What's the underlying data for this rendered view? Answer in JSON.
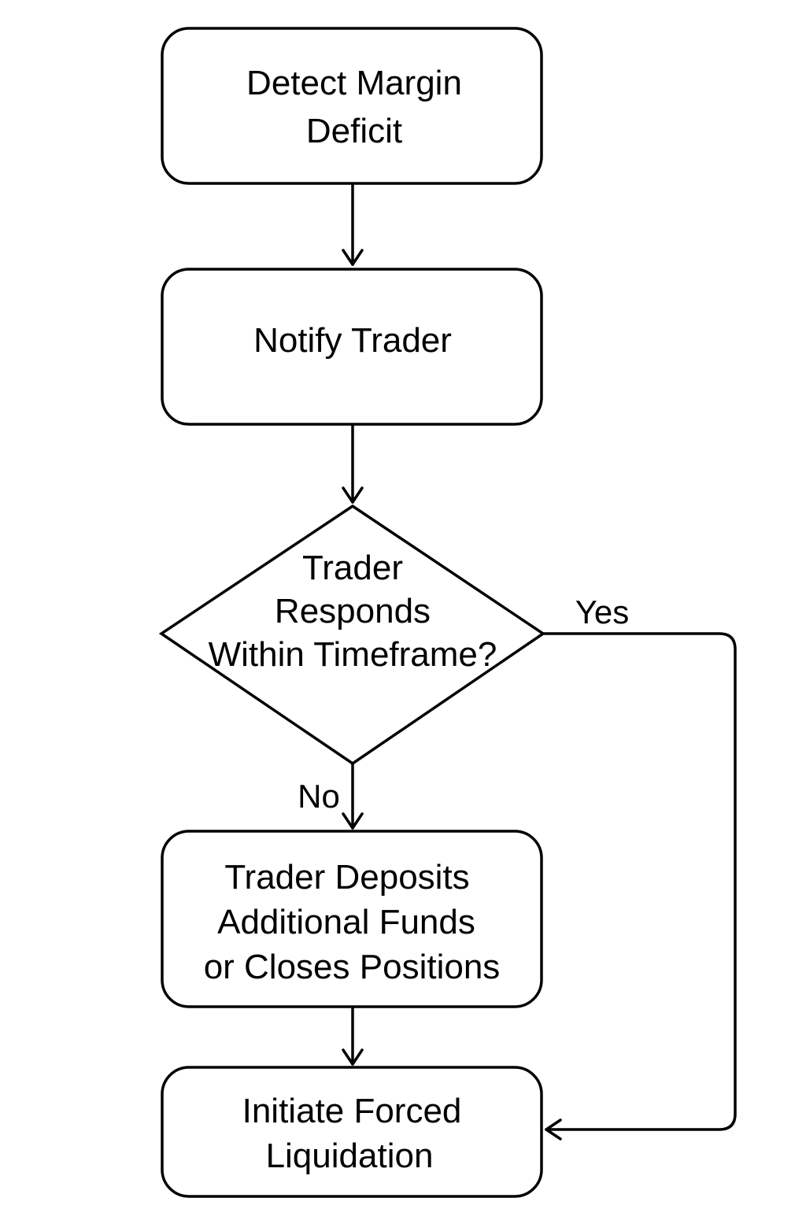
{
  "diagram": {
    "nodes": {
      "detect": {
        "lines": [
          "Detect Margin",
          "Deficit"
        ]
      },
      "notify": {
        "lines": [
          "Notify Trader"
        ]
      },
      "decision": {
        "lines": [
          "Trader",
          "Responds",
          "Within Timeframe?"
        ]
      },
      "deposit": {
        "lines": [
          "Trader Deposits",
          "Additional Funds",
          "or Closes Positions"
        ]
      },
      "liquidate": {
        "lines": [
          "Initiate Forced",
          "Liquidation"
        ]
      }
    },
    "edges": {
      "yes_label": "Yes",
      "no_label": "No"
    },
    "colors": {
      "stroke": "#000000",
      "fill": "#ffffff",
      "text": "#000000"
    }
  }
}
